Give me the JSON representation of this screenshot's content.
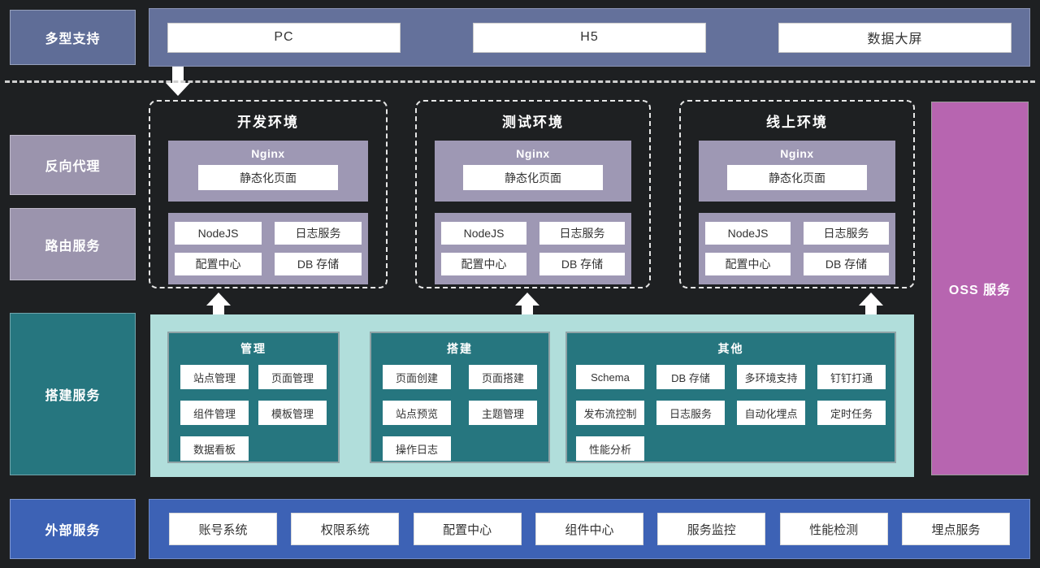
{
  "left_rail": {
    "items": [
      {
        "label": "多型支持",
        "color": "#5f6d97"
      },
      {
        "label": "反向代理",
        "color": "#9b94ad"
      },
      {
        "label": "路由服务",
        "color": "#9b94ad"
      },
      {
        "label": "搭建服务",
        "color": "#26767f"
      },
      {
        "label": "外部服务",
        "color": "#3d62b5"
      }
    ]
  },
  "clients": {
    "items": [
      "PC",
      "H5",
      "数据大屏"
    ]
  },
  "environments": [
    {
      "title": "开发环境",
      "nginx_label": "Nginx",
      "static_page": "静态化页面",
      "services": [
        "NodeJS",
        "日志服务",
        "配置中心",
        "DB 存储"
      ]
    },
    {
      "title": "测试环境",
      "nginx_label": "Nginx",
      "static_page": "静态化页面",
      "services": [
        "NodeJS",
        "日志服务",
        "配置中心",
        "DB 存储"
      ]
    },
    {
      "title": "线上环境",
      "nginx_label": "Nginx",
      "static_page": "静态化页面",
      "services": [
        "NodeJS",
        "日志服务",
        "配置中心",
        "DB 存储"
      ]
    }
  ],
  "build_platform": {
    "groups": [
      {
        "title": "管理",
        "items": [
          "站点管理",
          "页面管理",
          "组件管理",
          "模板管理",
          "数据看板"
        ]
      },
      {
        "title": "搭建",
        "items": [
          "页面创建",
          "页面搭建",
          "站点预览",
          "主题管理",
          "操作日志"
        ]
      },
      {
        "title": "其他",
        "items": [
          "Schema",
          "DB 存储",
          "多环境支持",
          "钉钉打通",
          "发布流控制",
          "日志服务",
          "自动化埋点",
          "定时任务",
          "性能分析"
        ]
      }
    ]
  },
  "oss": {
    "label": "OSS 服务"
  },
  "external_services": {
    "items": [
      "账号系统",
      "权限系统",
      "配置中心",
      "组件中心",
      "服务监控",
      "性能检测",
      "埋点服务"
    ]
  },
  "colors": {
    "background": "#1e2022",
    "client_band": "#64719b",
    "proxy_gray_purple": "#9b94ad",
    "nginx_container": "#9e98b4",
    "teal_dark": "#26767f",
    "teal_light": "#b1dedb",
    "oss_purple": "#b765b0",
    "external_blue": "#3d62b5",
    "arrow_white": "#ffffff"
  }
}
